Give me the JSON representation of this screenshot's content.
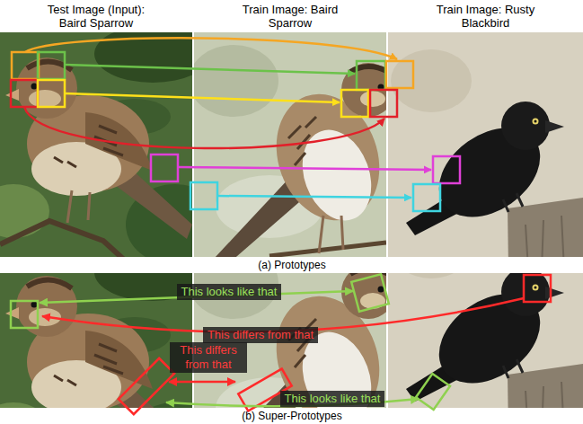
{
  "diagram": {
    "nodes": [
      {
        "text": [
          "Test Image (Input): Baird Sparrow"
        ]
      },
      {
        "text": [
          "Train Image: Baird Sparrow"
        ]
      },
      {
        "text": [
          "Train Image: Rusty Blackbird"
        ]
      }
    ],
    "labels": [
      "(a) Prototypes",
      "This looks like that",
      "This differs from that",
      "This differs from that",
      "This looks like that",
      "(b) Super-Prototypes"
    ]
  }
}
